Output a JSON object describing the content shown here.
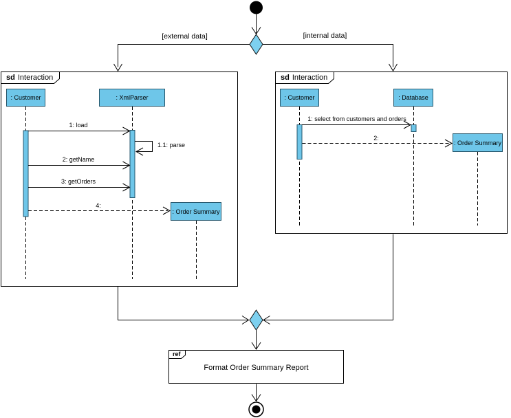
{
  "colors": {
    "shape_fill": "#6EC6E9",
    "shape_border": "#26566B",
    "diamond_fill": "#7DD0EF",
    "line": "#000000",
    "background": "#FFFFFF"
  },
  "diagram": {
    "guards": {
      "left": "[external data]",
      "right": "[internal data]"
    },
    "frames": {
      "left": {
        "tag": "sd",
        "name": "Interaction",
        "lifelines": {
          "customer": ": Customer",
          "xmlparser": ": XmlParser",
          "order_summary": ": Order Summary"
        },
        "messages": {
          "m1": "1: load",
          "m1_1": "1.1: parse",
          "m2": "2: getName",
          "m3": "3: getOrders",
          "m4": "4:"
        }
      },
      "right": {
        "tag": "sd",
        "name": "Interaction",
        "lifelines": {
          "customer": ": Customer",
          "database": ": Database",
          "order_summary": ": Order Summary"
        },
        "messages": {
          "m1": "1: select from customers and orders",
          "m2": "2:"
        }
      }
    },
    "ref": {
      "tag": "ref",
      "label": "Format Order Summary Report"
    }
  }
}
